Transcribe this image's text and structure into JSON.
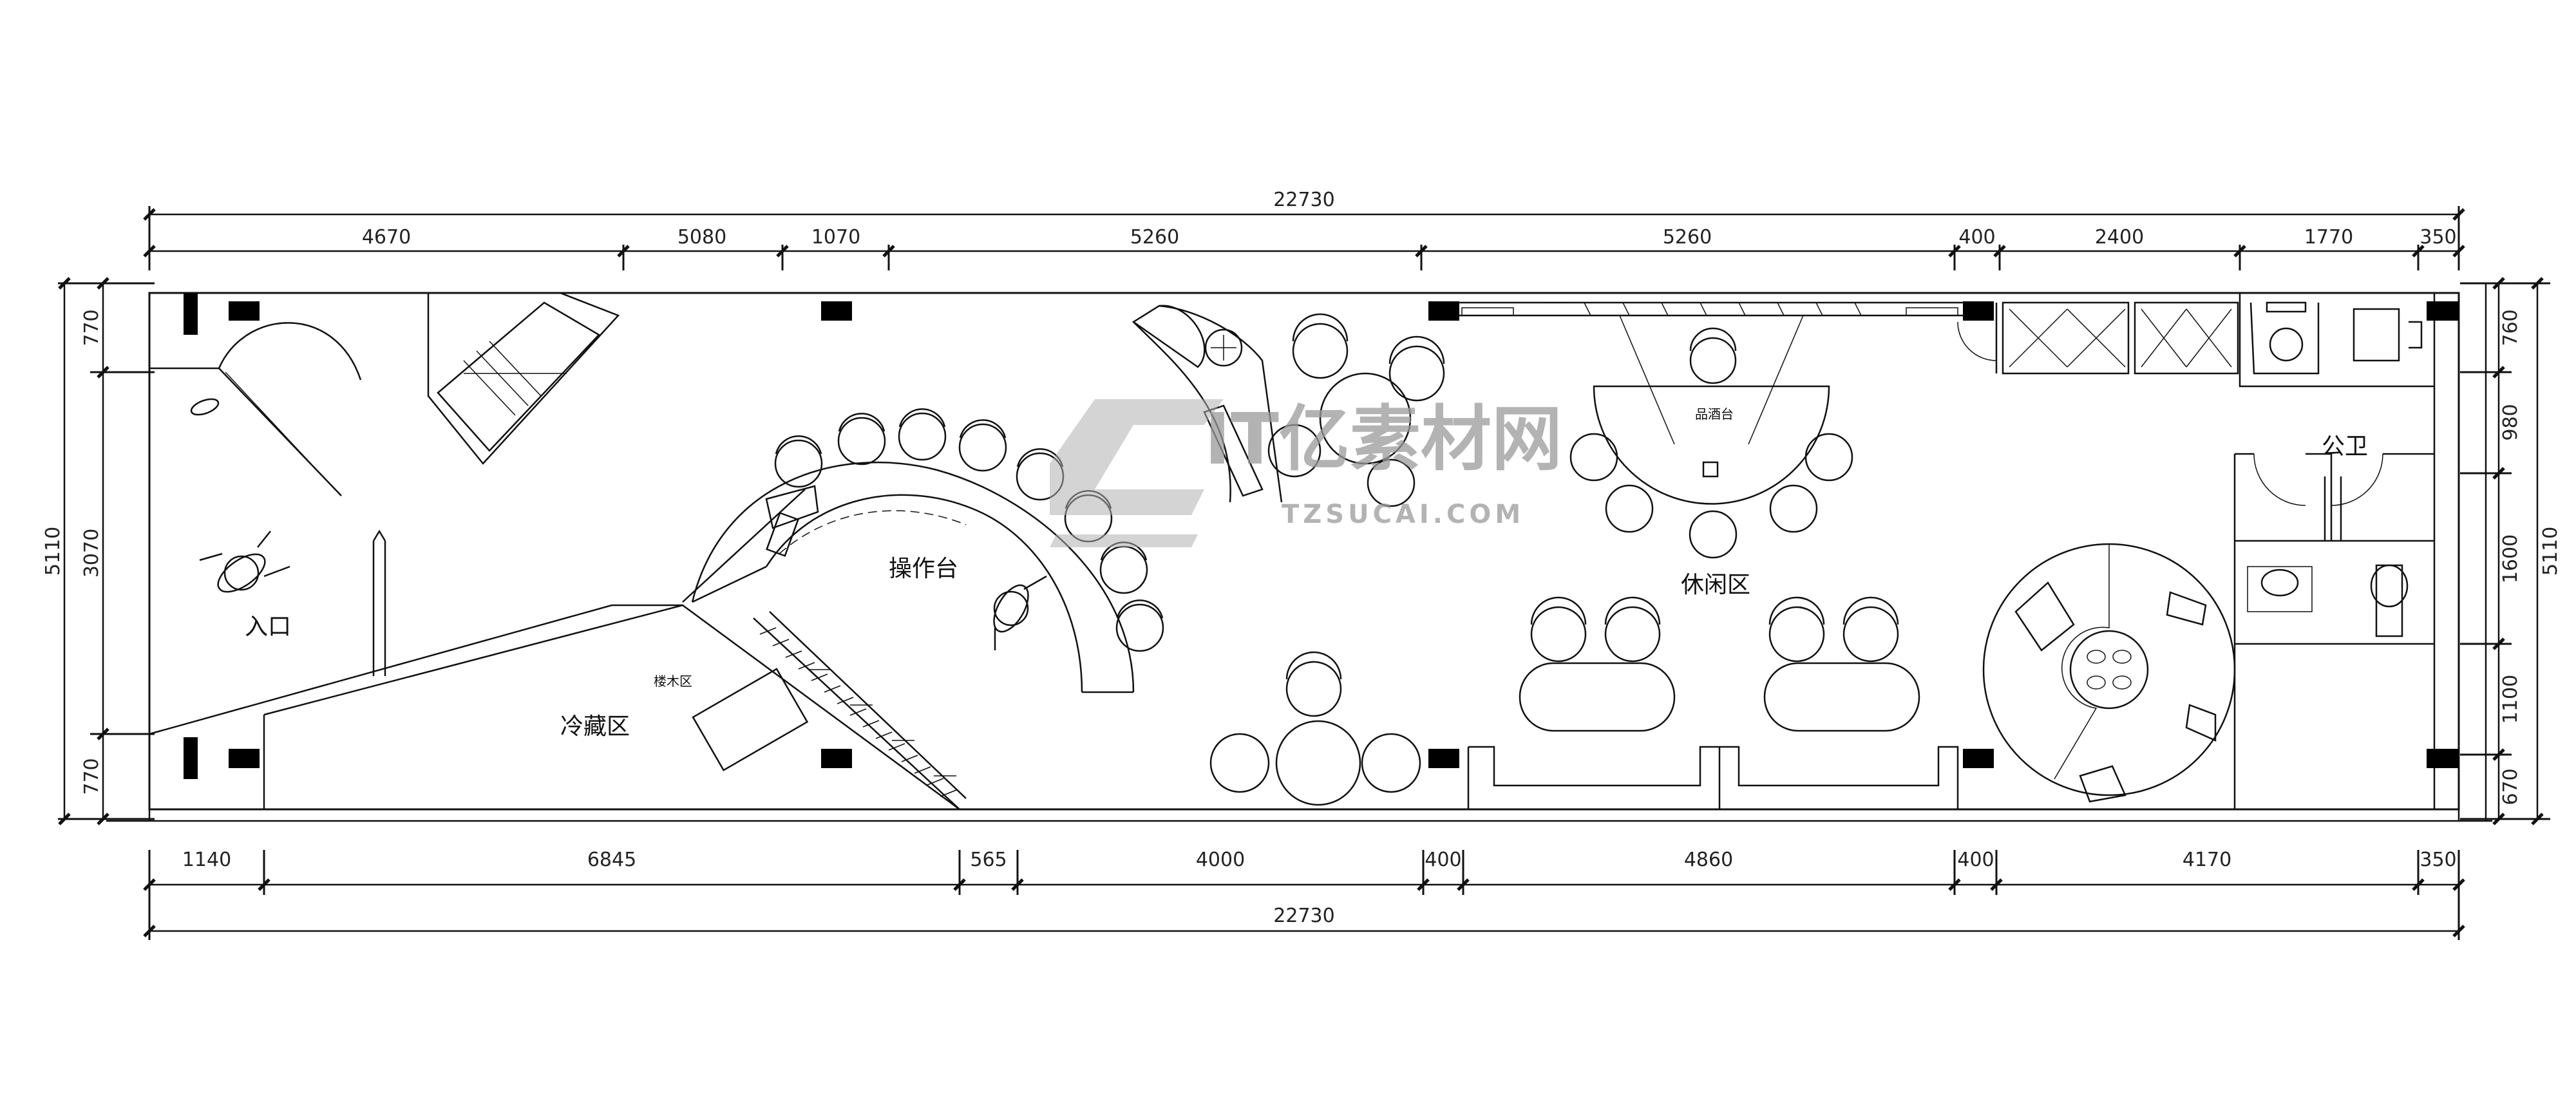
{
  "dimensions": {
    "top_total": "22730",
    "top_segments": [
      "4670",
      "5080",
      "1070",
      "5260",
      "5260",
      "400",
      "2400",
      "1770",
      "350"
    ],
    "bottom_total": "22730",
    "bottom_segments": [
      "1140",
      "6845",
      "565",
      "4000",
      "400",
      "4860",
      "400",
      "4170",
      "350"
    ],
    "left_total": "5110",
    "left_segments": [
      "770",
      "3070",
      "770"
    ],
    "right_total": "5110",
    "right_segments": [
      "760",
      "980",
      "1600",
      "1100",
      "670"
    ]
  },
  "rooms": {
    "entrance": "入口",
    "cold_storage": "冷藏区",
    "workstation": "操作台",
    "lounge": "休闲区",
    "restroom": "公卫",
    "stair_area": "楼木区",
    "tasting_table": "品酒台"
  },
  "watermark": {
    "brand": "IT亿素材网",
    "url": "TZSUCAI.COM"
  },
  "colors": {
    "line": "#111111",
    "column": "#000000",
    "watermark": "#9a9a9a"
  }
}
